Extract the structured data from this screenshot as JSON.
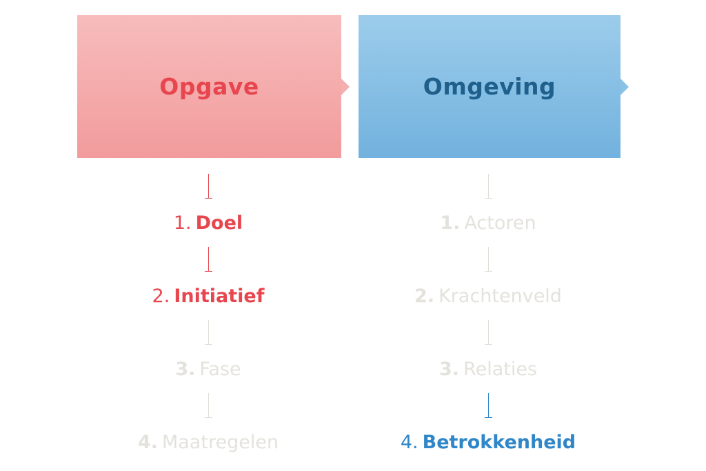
{
  "opgave": {
    "title": "Opgave",
    "colors": {
      "accent": "#e8464f",
      "box_top": "#f7bcbc",
      "box_bottom": "#f29b9c"
    },
    "steps": [
      {
        "number": "1.",
        "label": "Doel",
        "state": "active"
      },
      {
        "number": "2.",
        "label": "Initiatief",
        "state": "active"
      },
      {
        "number": "3.",
        "label": "Fase",
        "state": "inactive"
      },
      {
        "number": "4.",
        "label": "Maatregelen",
        "state": "inactive"
      }
    ]
  },
  "omgeving": {
    "title": "Omgeving",
    "colors": {
      "accent": "#2f86c8",
      "title": "#1f5f8c",
      "box_top": "#9ccceb",
      "box_bottom": "#72b2de"
    },
    "steps": [
      {
        "number": "1.",
        "label": "Actoren",
        "state": "inactive"
      },
      {
        "number": "2.",
        "label": "Krachtenveld",
        "state": "inactive"
      },
      {
        "number": "3.",
        "label": "Relaties",
        "state": "inactive"
      },
      {
        "number": "4.",
        "label": "Betrokkenheid",
        "state": "active"
      }
    ]
  },
  "inactive_color": "#e4e2dc"
}
